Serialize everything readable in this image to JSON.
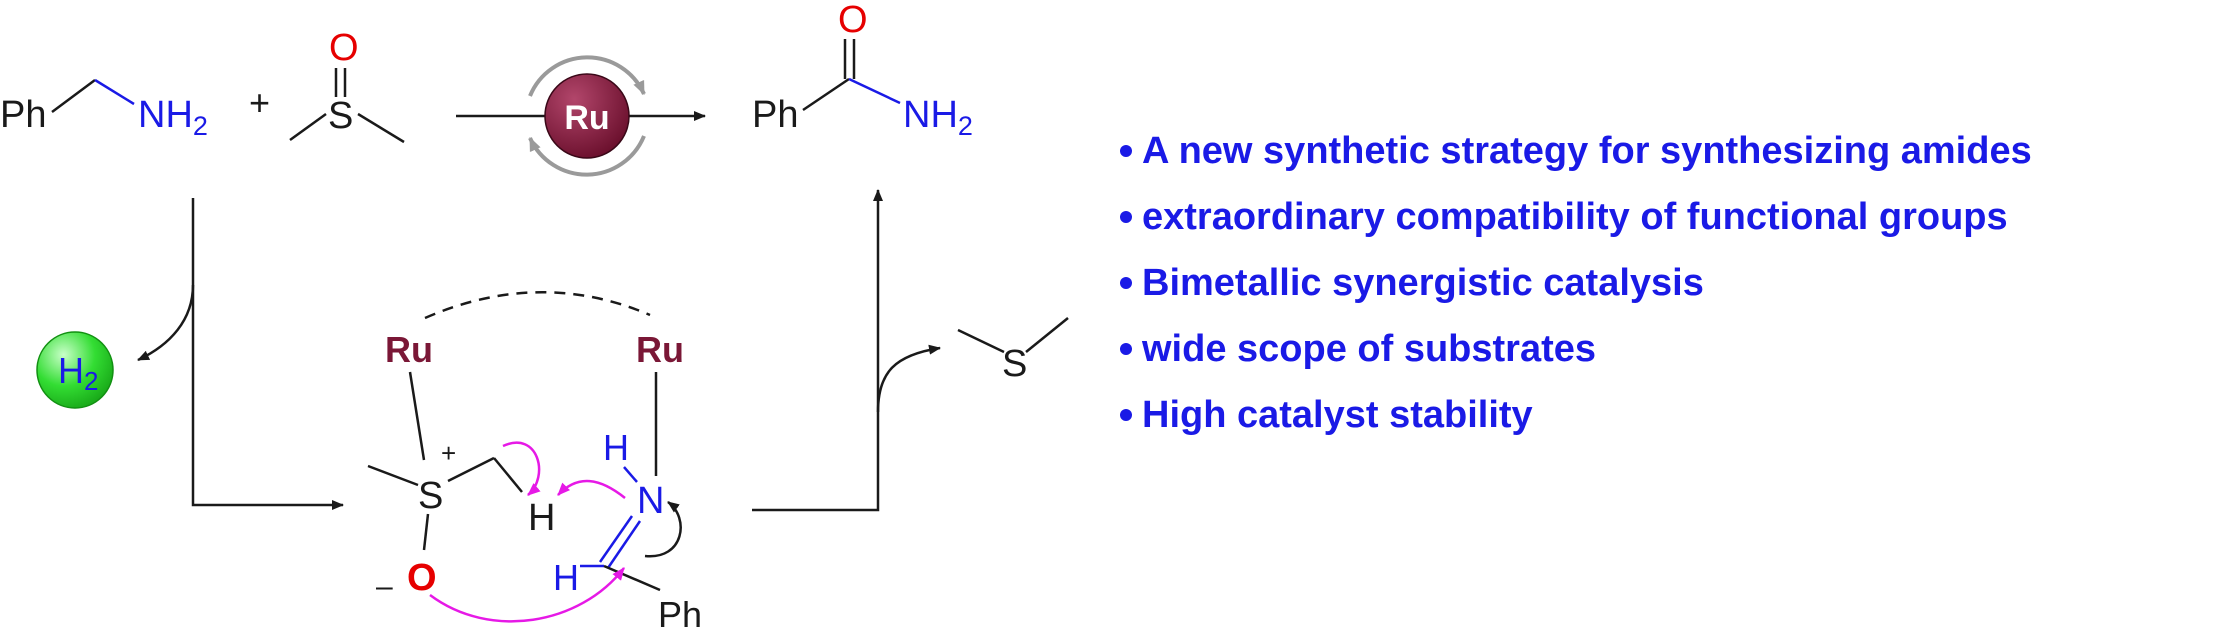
{
  "colors": {
    "bond": "#1a1a1a",
    "nitrogen": "#1a1ae6",
    "oxygen": "#e60000",
    "ruthenium": "#7a1736",
    "curved_arrow": "#e619e6",
    "hydrogen_ball": "#22cc22",
    "cycle_arrow": "#9a9a9a",
    "bullet_text": "#1a1ae6"
  },
  "reactants": {
    "benzylamine": {
      "ph": "Ph",
      "amine": "NH",
      "amine_sub": "2"
    },
    "plus": "+",
    "dmso": {
      "oxygen": "O",
      "sulfur": "S"
    }
  },
  "catalyst": {
    "label": "Ru"
  },
  "product": {
    "ph": "Ph",
    "oxygen": "O",
    "amine": "NH",
    "amine_sub": "2"
  },
  "byproducts": {
    "hydrogen": {
      "label": "H",
      "sub": "2"
    },
    "dimethyl_sulfide": {
      "sulfur": "S"
    }
  },
  "intermediate": {
    "ru_left": "Ru",
    "ru_right": "Ru",
    "sulfur": "S",
    "sulfur_charge": "+",
    "oxygen": "O",
    "oxygen_charge": "–",
    "methyl_h": "H",
    "nitrogen": "N",
    "nitrogen_h": "H",
    "imine_h": "H",
    "ph": "Ph"
  },
  "highlights": [
    "A new synthetic strategy for synthesizing amides",
    "extraordinary compatibility of functional groups",
    "Bimetallic synergistic catalysis",
    "wide scope of substrates",
    "High catalyst stability"
  ]
}
